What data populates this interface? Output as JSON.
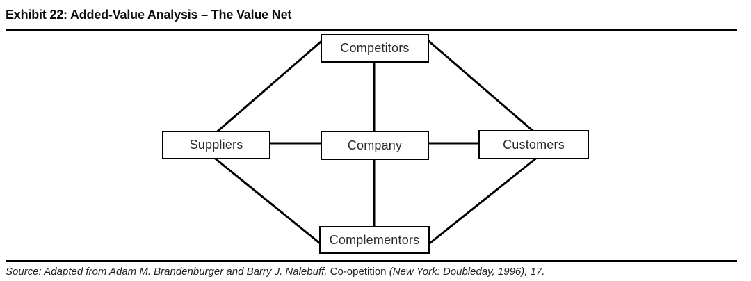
{
  "header": {
    "title": "Exhibit 22: Added-Value Analysis – The Value Net"
  },
  "diagram": {
    "nodes": [
      {
        "id": "competitors",
        "label": "Competitors"
      },
      {
        "id": "suppliers",
        "label": "Suppliers"
      },
      {
        "id": "company",
        "label": "Company"
      },
      {
        "id": "customers",
        "label": "Customers"
      },
      {
        "id": "complementors",
        "label": "Complementors"
      }
    ],
    "edges": [
      {
        "from": "competitors",
        "to": "suppliers"
      },
      {
        "from": "competitors",
        "to": "company"
      },
      {
        "from": "competitors",
        "to": "customers"
      },
      {
        "from": "suppliers",
        "to": "company"
      },
      {
        "from": "company",
        "to": "customers"
      },
      {
        "from": "suppliers",
        "to": "complementors"
      },
      {
        "from": "company",
        "to": "complementors"
      },
      {
        "from": "customers",
        "to": "complementors"
      }
    ]
  },
  "source": {
    "prefix": "Source: Adapted from Adam M. Brandenburger and Barry J. Nalebuff, ",
    "book": "Co-opetition",
    "suffix": " (New York: Doubleday, 1996), 17."
  },
  "colors": {
    "line": "#000000",
    "text": "#2a2a2a",
    "background": "#ffffff"
  }
}
